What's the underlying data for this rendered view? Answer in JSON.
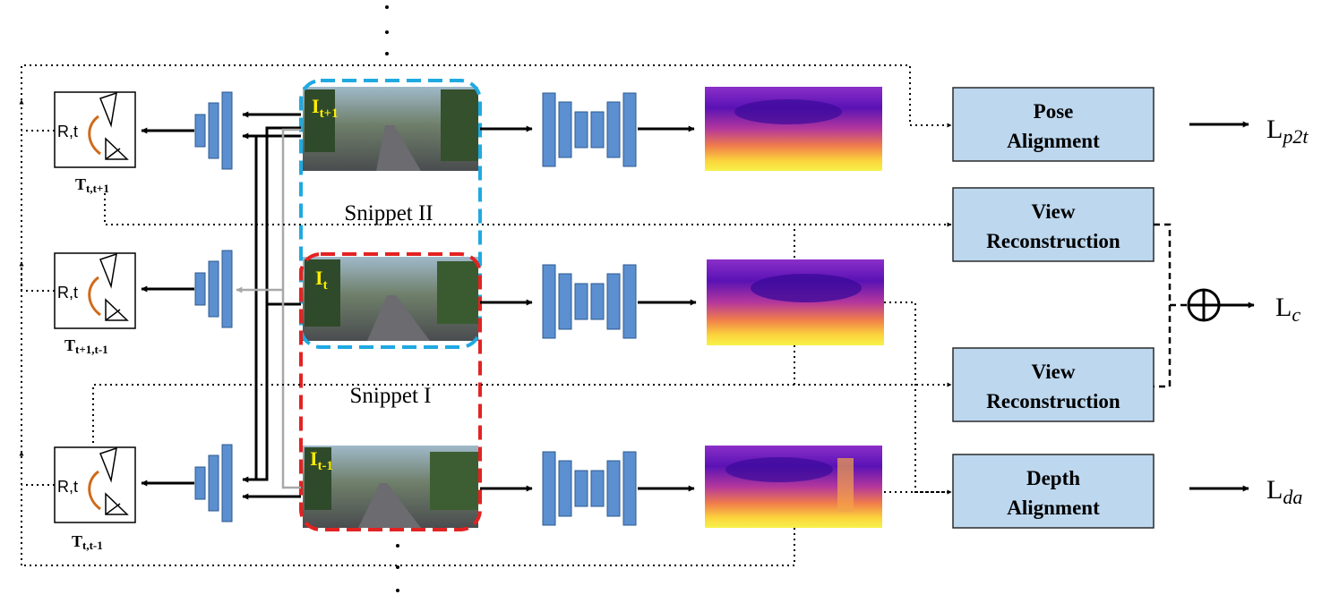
{
  "frames": {
    "top": {
      "base": "I",
      "sub": "t+1"
    },
    "mid": {
      "base": "I",
      "sub": "t"
    },
    "bot": {
      "base": "I",
      "sub": "t-1"
    }
  },
  "snippets": {
    "two": "Snippet II",
    "one": "Snippet I"
  },
  "poses": {
    "top": {
      "base": "T",
      "sub": "t,t+1"
    },
    "mid": {
      "base": "T",
      "sub": "t+1,t-1"
    },
    "bot": {
      "base": "T",
      "sub": "t,t-1"
    },
    "rt_label": "R,t"
  },
  "modules": {
    "pose_alignment": [
      "Pose",
      "Alignment"
    ],
    "view_reconstruction_1": [
      "View",
      "Reconstruction"
    ],
    "view_reconstruction_2": [
      "View",
      "Reconstruction"
    ],
    "depth_alignment": [
      "Depth",
      "Alignment"
    ]
  },
  "losses": {
    "p2t": {
      "base": "L",
      "sub": "p2t"
    },
    "c": {
      "base": "L",
      "sub": "c"
    },
    "da": {
      "base": "L",
      "sub": "da"
    }
  },
  "colors": {
    "network_blue": "#5b8fd0",
    "module_fill": "#bdd7ee",
    "snippet_two": "#1fa9e1",
    "snippet_one": "#e32222",
    "frame_label": "#ffee00"
  }
}
